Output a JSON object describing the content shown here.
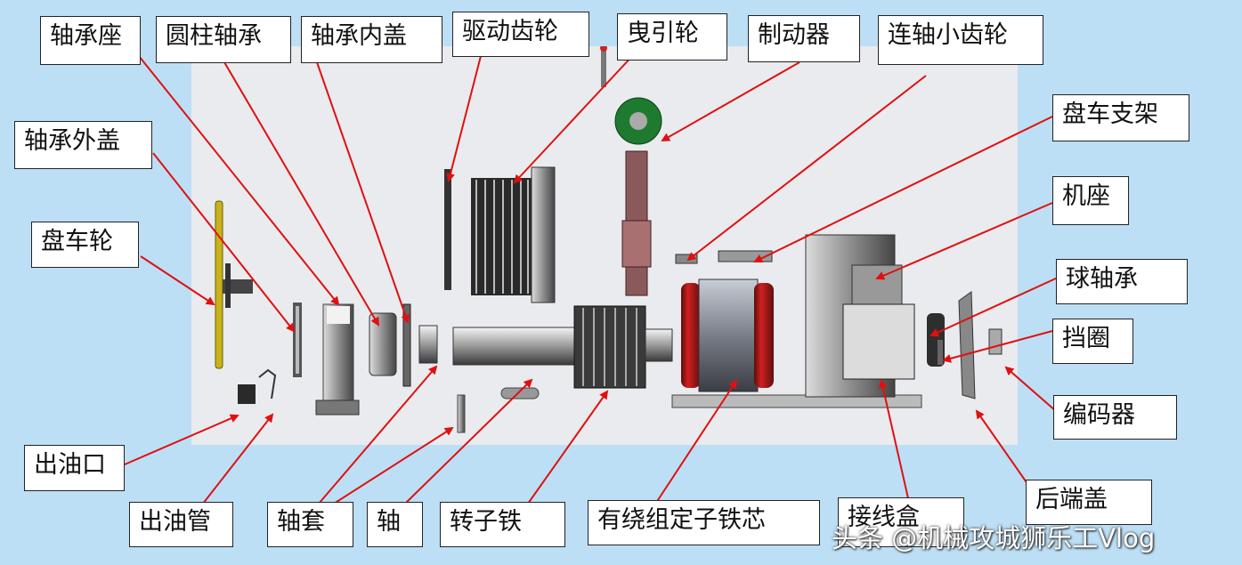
{
  "labels": {
    "bearing_seat": "轴承座",
    "cyl_bearing": "圆柱轴承",
    "inner_cover": "轴承内盖",
    "drive_gear": "驱动齿轮",
    "traction_sheave": "曳引轮",
    "brake": "制动器",
    "pinion": "连轴小齿轮",
    "outer_cover": "轴承外盖",
    "turning_bracket": "盘车支架",
    "handwheel": "盘车轮",
    "base": "机座",
    "ball_bearing": "球轴承",
    "retaining_ring": "挡圈",
    "encoder": "编码器",
    "oil_outlet": "出油口",
    "rear_cover": "后端盖",
    "oil_pipe": "出油管",
    "sleeve": "轴套",
    "shaft": "轴",
    "rotor_iron": "转子铁",
    "stator_core": "有绕组定子铁芯",
    "junction_box": "接线盒"
  },
  "watermark": "头条 @机械攻城狮乐工Vlog",
  "colors": {
    "background": "#bcdff5",
    "photo": "#e9ebee",
    "arrow": "#e01010",
    "stator": "#a01818",
    "brake_green": "#1e7a2e",
    "handwheel": "#c9b21a"
  }
}
